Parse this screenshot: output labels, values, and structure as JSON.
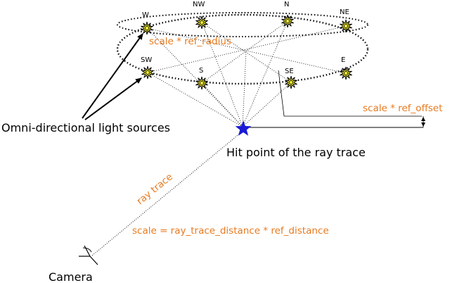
{
  "colors": {
    "orange": "#e87a1f",
    "star_blue": "#1a1ad6",
    "light_yellow": "#f7f233",
    "line": "#000000"
  },
  "lights": [
    {
      "label": "W"
    },
    {
      "label": "NW"
    },
    {
      "label": "N"
    },
    {
      "label": "NE"
    },
    {
      "label": "SW"
    },
    {
      "label": "S"
    },
    {
      "label": "SE"
    },
    {
      "label": "E"
    }
  ],
  "labels": {
    "ref_radius": "scale * ref_radius",
    "ref_offset": "scale * ref_offset",
    "light_sources": "Omni-directional light sources",
    "hit_point": "Hit point of the ray trace",
    "ray_trace": "ray trace",
    "scale_formula": "scale = ray_trace_distance * ref_distance",
    "camera": "Camera"
  },
  "icons": {
    "hit_point": "star-icon",
    "light": "light-burst-icon",
    "camera": "camera-icon"
  }
}
